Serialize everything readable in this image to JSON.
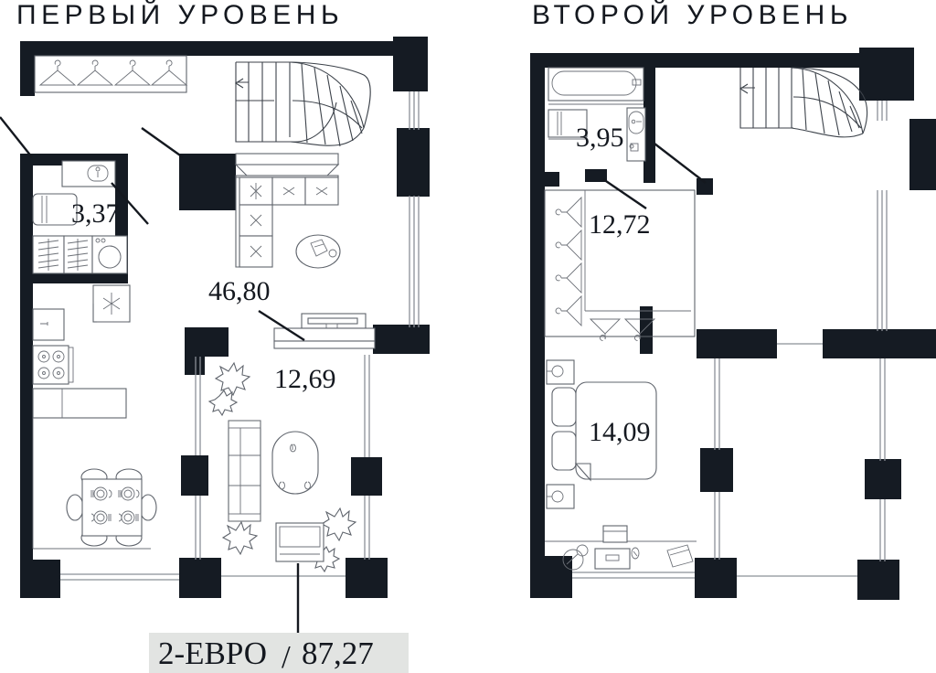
{
  "page": {
    "kind": "apartment-floor-plan",
    "background_color": "#ffffff",
    "wall_color": "#151b23",
    "furniture_stroke_color": "#5f646c",
    "badge_background_color": "#e2e4e2"
  },
  "levels": [
    {
      "id": "level-1",
      "title": "ПЕРВЫЙ УРОВЕНЬ",
      "rooms": [
        {
          "name": "bathroom",
          "area_label": "3,37"
        },
        {
          "name": "living-kitchen",
          "area_label": "46,80"
        },
        {
          "name": "terrace",
          "area_label": "12,69"
        }
      ],
      "fixtures": [
        "hanger-icon",
        "hanger-icon",
        "hanger-icon",
        "hanger-icon",
        "curved-staircase-icon",
        "sink-icon",
        "bathtub-icon",
        "towel-radiator-icon",
        "towel-radiator-icon",
        "washing-machine-icon",
        "ventilation-icon",
        "refrigerator-icon",
        "stove-icon",
        "kitchen-counter-icon",
        "dining-table-icon",
        "chair-icon",
        "sectional-sofa-icon",
        "round-coffee-table-icon",
        "tv-console-icon",
        "plant-icon",
        "outdoor-sofa-icon",
        "oval-table-icon",
        "armchair-icon"
      ]
    },
    {
      "id": "level-2",
      "title": "ВТОРОЙ УРОВЕНЬ",
      "rooms": [
        {
          "name": "bathroom",
          "area_label": "3,95"
        },
        {
          "name": "dressing-room",
          "area_label": "12,72"
        },
        {
          "name": "bedroom",
          "area_label": "14,09"
        }
      ],
      "fixtures": [
        "bathtub-icon",
        "washing-machine-icon",
        "sink-icon",
        "toilet-icon",
        "curved-staircase-icon",
        "hanger-icon",
        "hanger-icon",
        "hanger-icon",
        "hanger-icon",
        "hanger-icon",
        "hanger-icon",
        "bed-icon",
        "pillow-icon",
        "pillow-icon",
        "nightstand-icon",
        "nightstand-icon",
        "lamp-icon",
        "lamp-icon",
        "ottoman-icon",
        "dresser-icon",
        "decor-icon",
        "mirror-icon",
        "rug-icon"
      ]
    }
  ],
  "badge": {
    "layout_label": "2-ЕВРО",
    "separator": "/",
    "total_area": "87,27"
  }
}
